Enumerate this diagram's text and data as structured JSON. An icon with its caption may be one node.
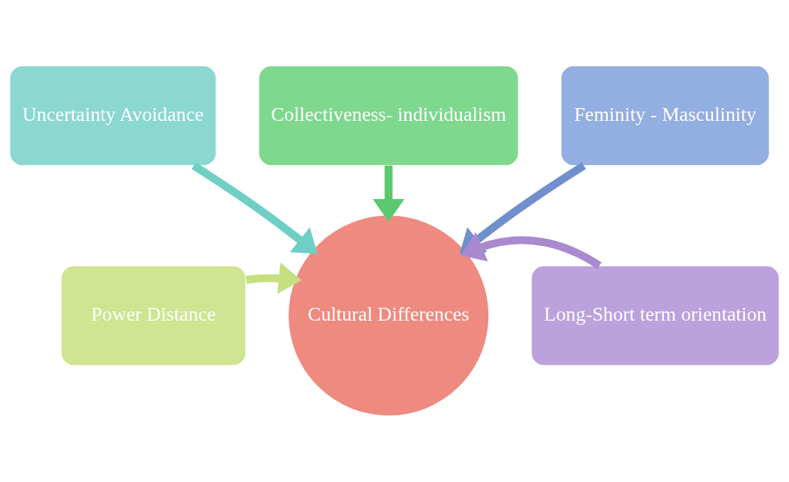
{
  "diagram": {
    "nodes": [
      {
        "text": [
          "Uncertainty Avoidance"
        ]
      },
      {
        "text": [
          "Collectiveness- individualism"
        ]
      },
      {
        "text": [
          "Feminity - Masculinity"
        ]
      },
      {
        "text": [
          "Power Distance"
        ]
      },
      {
        "text": [
          "Cultural Differences"
        ]
      },
      {
        "text": [
          "Long-Short term orientation"
        ]
      }
    ],
    "edges": [
      {
        "from": 0,
        "to": 4,
        "arrow": "to",
        "color": "#6fcfc4"
      },
      {
        "from": 1,
        "to": 4,
        "arrow": "to",
        "color": "#5cc96e"
      },
      {
        "from": 2,
        "to": 4,
        "arrow": "to",
        "color": "#7090cc"
      },
      {
        "from": 3,
        "to": 4,
        "arrow": "to",
        "color": "#c4e080"
      },
      {
        "from": 5,
        "to": 4,
        "arrow": "to",
        "color": "#a98ad0"
      }
    ]
  }
}
